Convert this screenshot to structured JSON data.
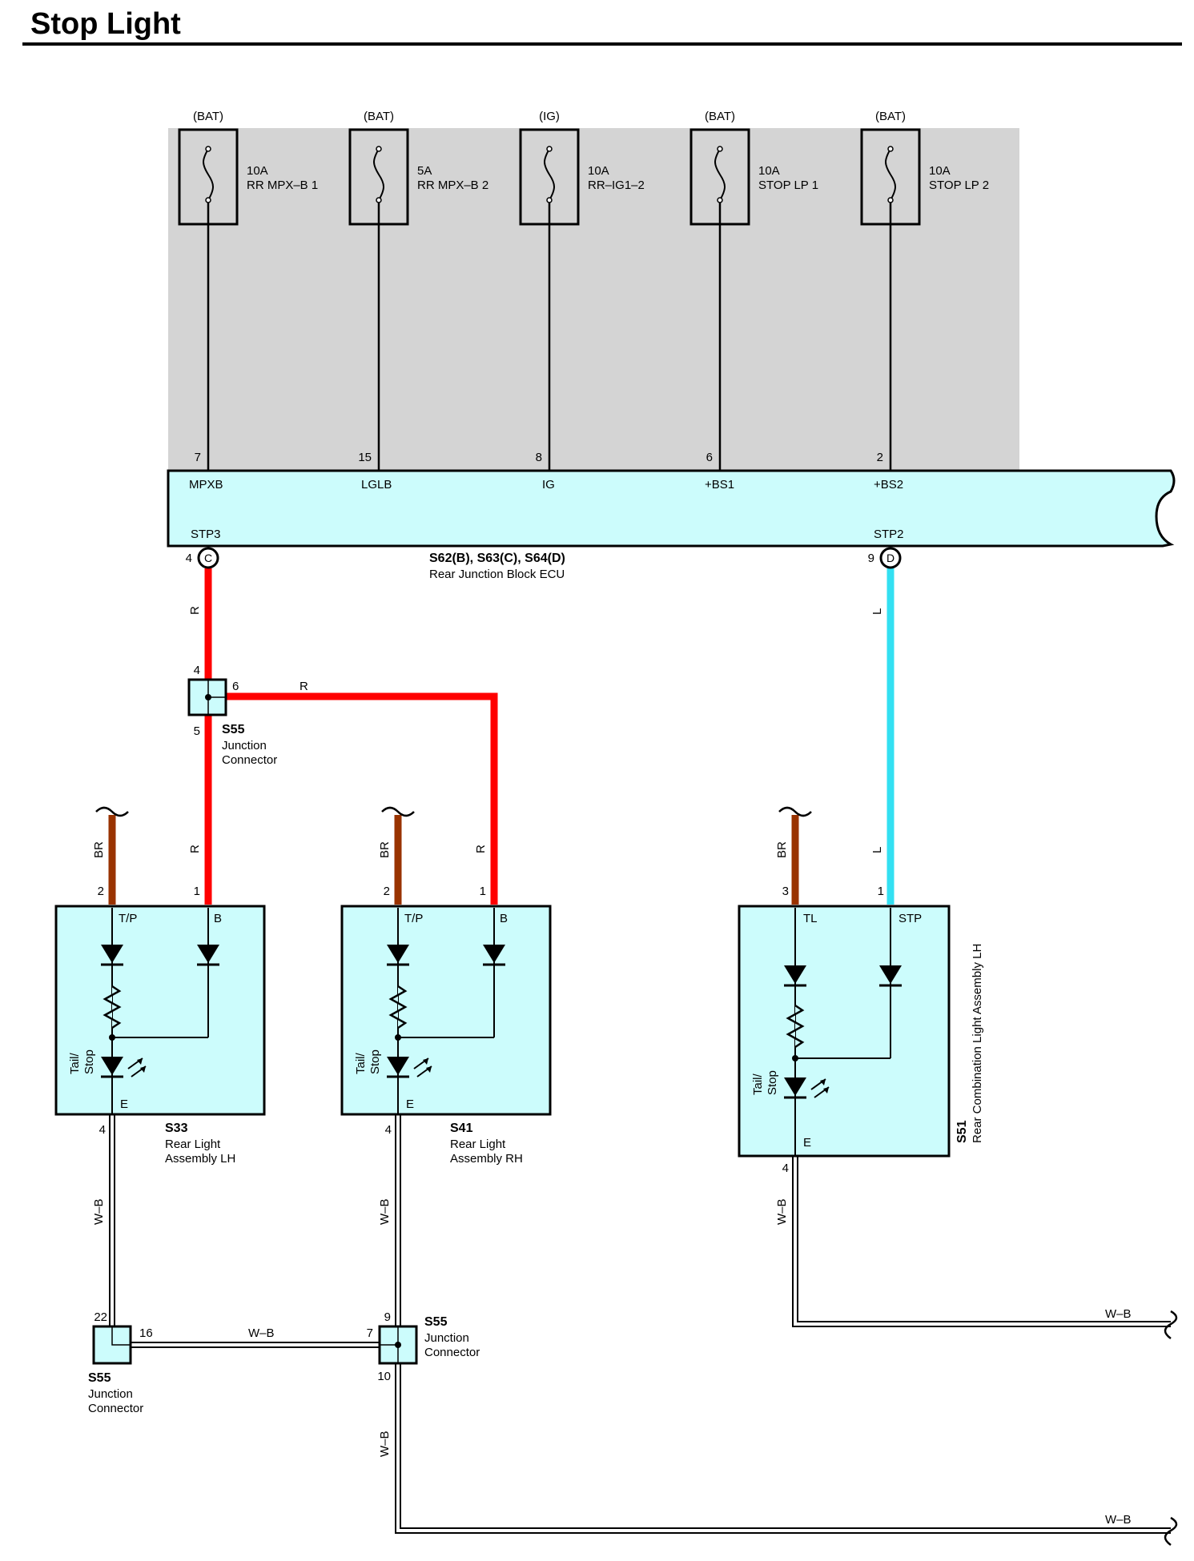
{
  "title": "Stop Light",
  "colors": {
    "ecu_background": "#d4d4d4",
    "component_fill": "#ccfcfc",
    "wire_R": "#ff0000",
    "wire_L": "#33e0f2",
    "wire_BR": "#993300",
    "wire_WB": "#ffffff"
  },
  "fuses": [
    {
      "source": "(BAT)",
      "rating": "10A",
      "name": "RR MPX–B 1",
      "pin": "7",
      "terminal": "MPXB"
    },
    {
      "source": "(BAT)",
      "rating": "5A",
      "name": "RR MPX–B 2",
      "pin": "15",
      "terminal": "LGLB"
    },
    {
      "source": "(IG)",
      "rating": "10A",
      "name": "RR–IG1–2",
      "pin": "8",
      "terminal": "IG"
    },
    {
      "source": "(BAT)",
      "rating": "10A",
      "name": "STOP LP 1",
      "pin": "6",
      "terminal": "+BS1"
    },
    {
      "source": "(BAT)",
      "rating": "10A",
      "name": "STOP LP 2",
      "pin": "2",
      "terminal": "+BS2"
    }
  ],
  "ecu": {
    "code": "S62(B), S63(C), S64(D)",
    "name": "Rear Junction Block ECU",
    "out_left": {
      "terminal": "STP3",
      "pin": "4",
      "connector": "C"
    },
    "out_right": {
      "terminal": "STP2",
      "pin": "9",
      "connector": "D"
    }
  },
  "wires": {
    "red": "R",
    "blue": "L",
    "brown": "BR",
    "ground": "W–B"
  },
  "junction_top": {
    "code": "S55",
    "name_1": "Junction",
    "name_2": "Connector",
    "pin_in": "4",
    "pin_out_right": "6",
    "pin_out_down": "5"
  },
  "junction_bottom_left": {
    "code": "S55",
    "name_1": "Junction",
    "name_2": "Connector",
    "pin_in": "22",
    "pin_out": "16"
  },
  "junction_bottom_right": {
    "code": "S55",
    "name_1": "Junction",
    "name_2": "Connector",
    "pin_in_top": "9",
    "pin_in_left": "7",
    "pin_out": "10"
  },
  "lamps": [
    {
      "code": "S33",
      "name_1": "Rear Light",
      "name_2": "Assembly LH",
      "term_left": "T/P",
      "term_right": "B",
      "term_ground": "E",
      "pin_left": "2",
      "pin_right": "1",
      "pin_ground": "4",
      "bulb_1": "Tail/",
      "bulb_2": "Stop"
    },
    {
      "code": "S41",
      "name_1": "Rear Light",
      "name_2": "Assembly RH",
      "term_left": "T/P",
      "term_right": "B",
      "term_ground": "E",
      "pin_left": "2",
      "pin_right": "1",
      "pin_ground": "4",
      "bulb_1": "Tail/",
      "bulb_2": "Stop"
    },
    {
      "code": "S51",
      "name": "Rear Combination Light Assembly LH",
      "term_left": "TL",
      "term_right": "STP",
      "term_ground": "E",
      "pin_left": "3",
      "pin_right": "1",
      "pin_ground": "4",
      "bulb_1": "Tail/",
      "bulb_2": "Stop"
    }
  ]
}
